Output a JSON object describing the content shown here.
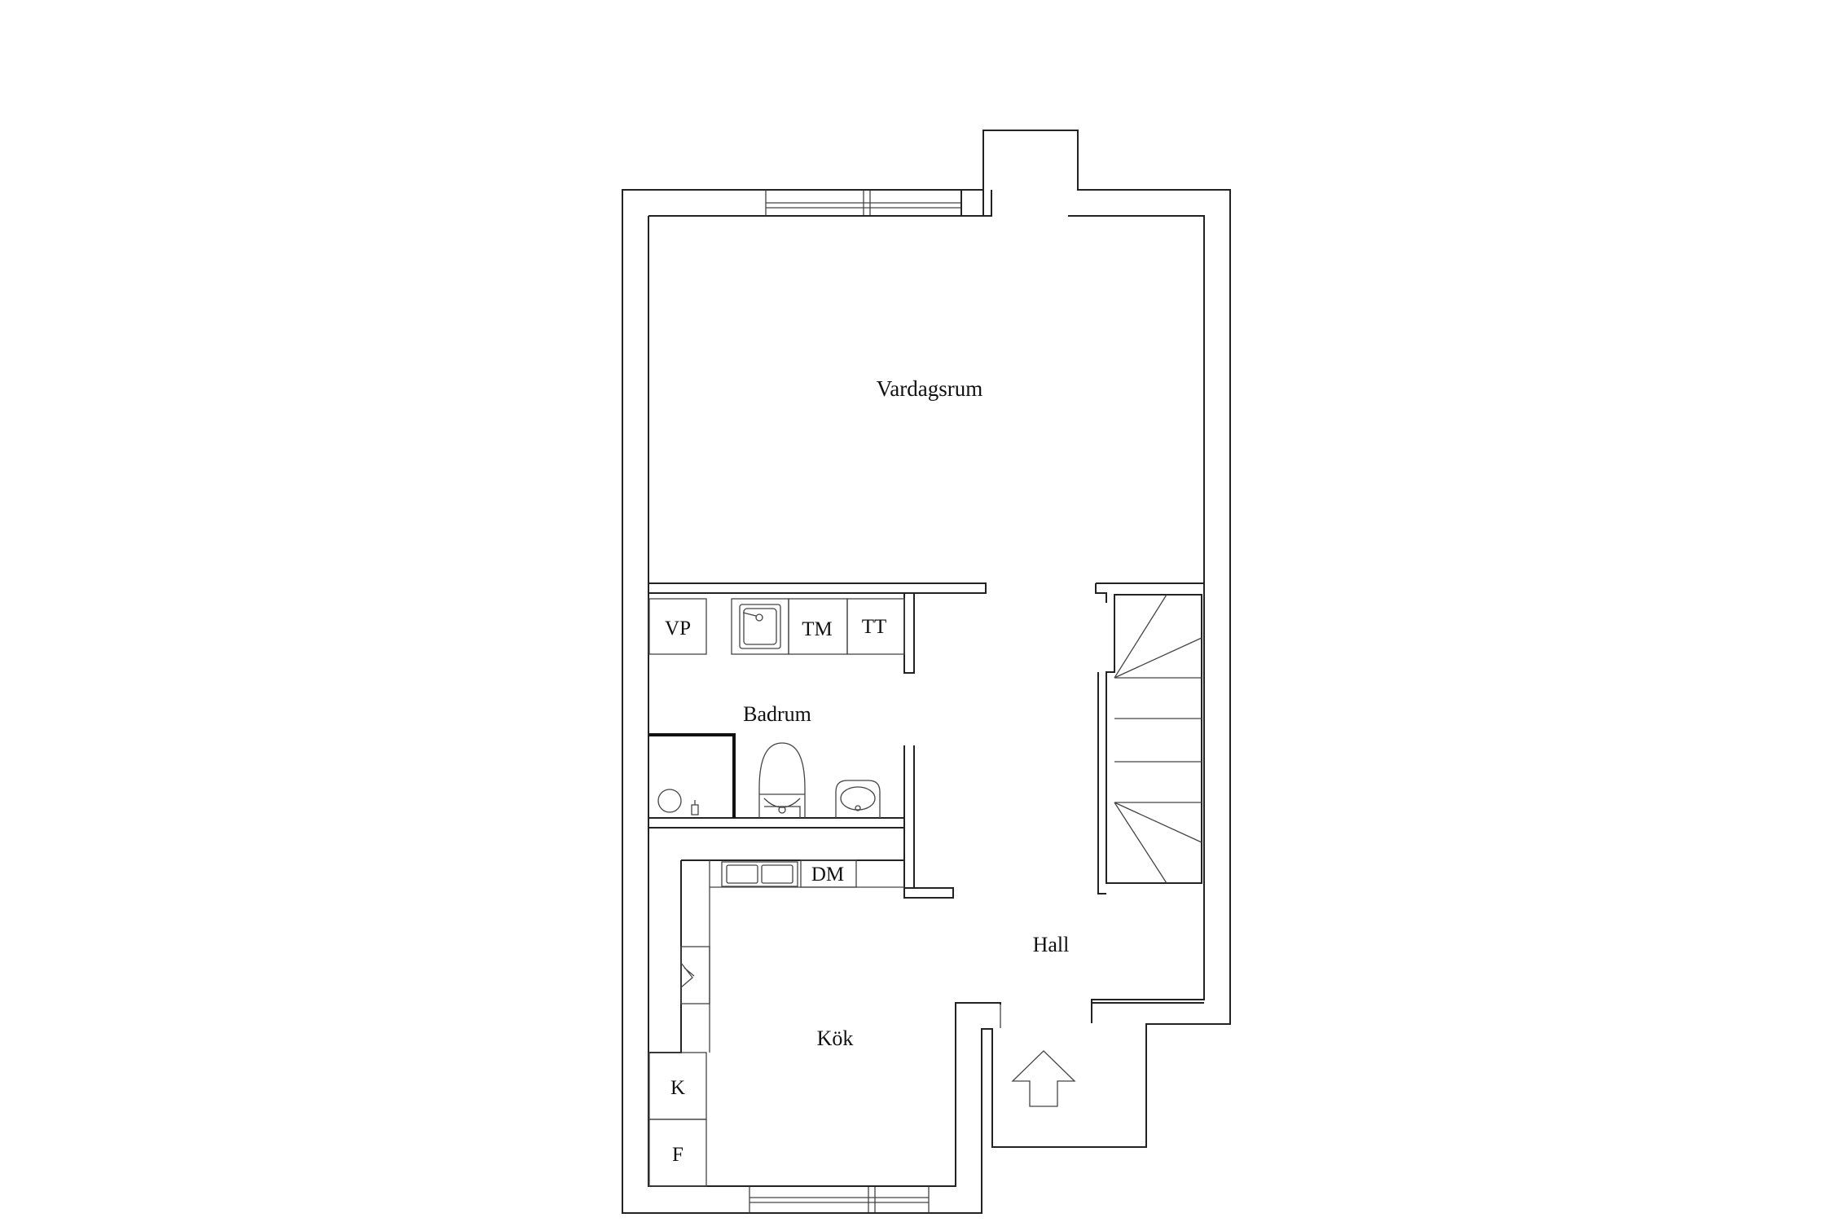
{
  "rooms": {
    "living": "Vardagsrum",
    "bathroom": "Badrum",
    "hall": "Hall",
    "kitchen": "Kök"
  },
  "fixtures": {
    "vp": "VP",
    "tm": "TM",
    "tt": "TT",
    "dm": "DM",
    "k": "K",
    "f": "F"
  },
  "colors": {
    "line": "#222222",
    "background": "#ffffff"
  },
  "icons": {
    "entrance": "entrance-arrow-icon",
    "stairs": "stairs-icon",
    "shower": "shower-icon",
    "toilet": "toilet-icon",
    "washbasin": "washbasin-icon",
    "sink": "kitchen-sink-icon"
  }
}
